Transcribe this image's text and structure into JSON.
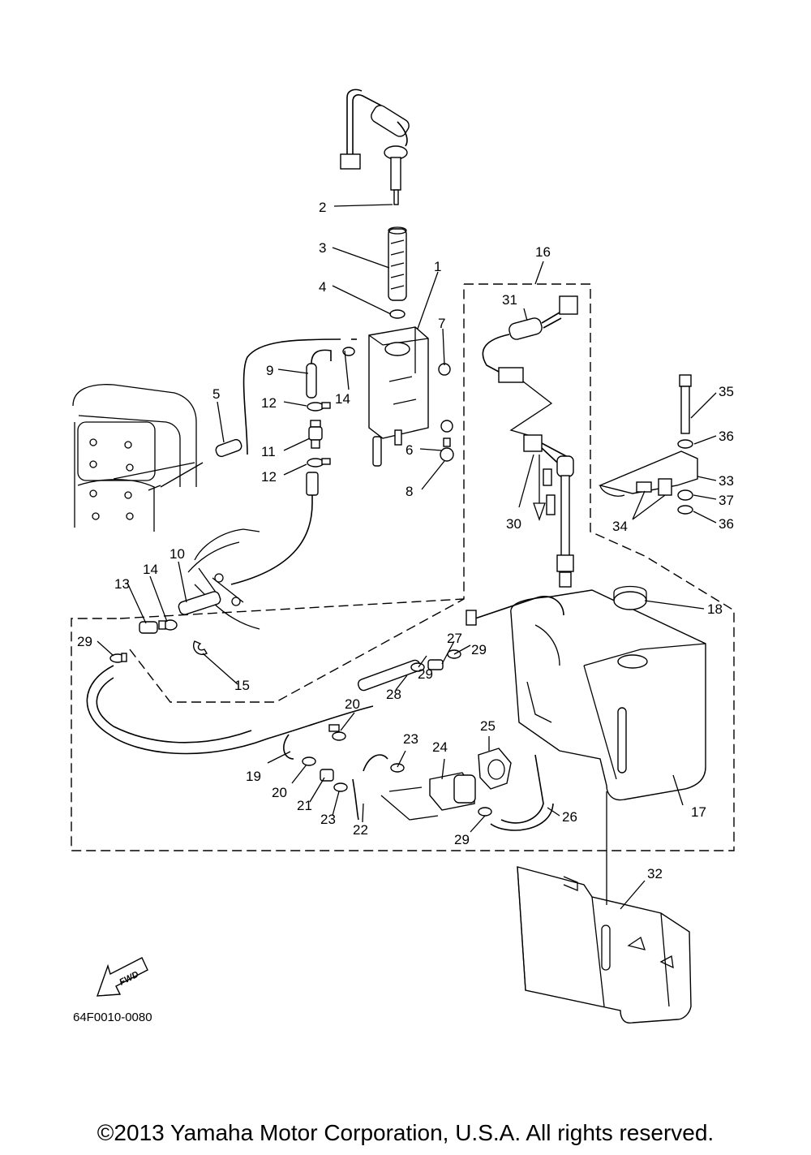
{
  "diagram": {
    "code": "64F0010-0080",
    "fwd_label": "FWD",
    "callouts": [
      "1",
      "2",
      "3",
      "4",
      "5",
      "6",
      "7",
      "8",
      "9",
      "10",
      "11",
      "12",
      "12",
      "13",
      "14",
      "14",
      "15",
      "16",
      "17",
      "18",
      "19",
      "20",
      "20",
      "21",
      "22",
      "23",
      "23",
      "24",
      "25",
      "26",
      "27",
      "28",
      "29",
      "29",
      "29",
      "29",
      "30",
      "31",
      "32",
      "33",
      "34",
      "35",
      "36",
      "36",
      "37"
    ]
  },
  "copyright": "©2013 Yamaha Motor Corporation, U.S.A. All rights reserved."
}
